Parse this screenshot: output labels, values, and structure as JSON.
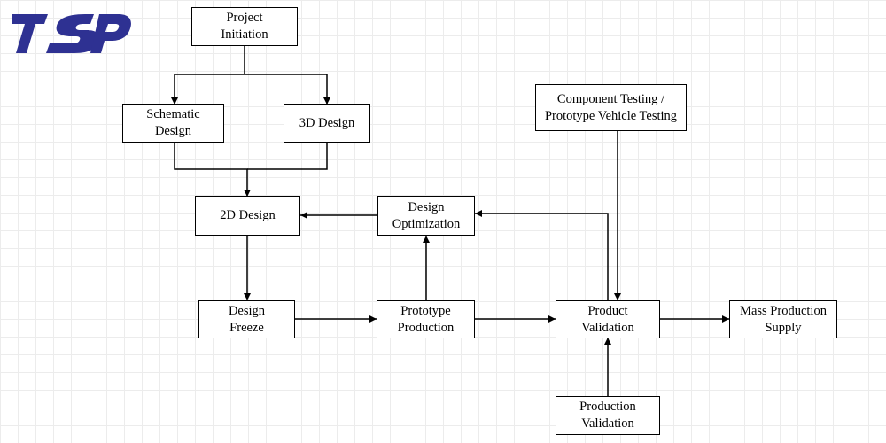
{
  "logo": {
    "text": "TSP",
    "color": "#2e3192"
  },
  "nodes": {
    "project_initiation": "Project\nInitiation",
    "schematic_design": "Schematic\nDesign",
    "design_3d": "3D Design",
    "design_2d": "2D Design",
    "design_optimization": "Design\nOptimization",
    "component_testing": "Component Testing /\nPrototype Vehicle Testing",
    "design_freeze": "Design\nFreeze",
    "prototype_production": "Prototype\nProduction",
    "product_validation": "Product\nValidation",
    "mass_production_supply": "Mass Production\nSupply",
    "production_validation": "Production\nValidation"
  },
  "edges": [
    {
      "from": "project_initiation",
      "to": "schematic_design"
    },
    {
      "from": "project_initiation",
      "to": "design_3d"
    },
    {
      "from": "schematic_design",
      "to": "design_2d"
    },
    {
      "from": "design_3d",
      "to": "design_2d"
    },
    {
      "from": "design_2d",
      "to": "design_freeze"
    },
    {
      "from": "design_freeze",
      "to": "prototype_production"
    },
    {
      "from": "prototype_production",
      "to": "design_optimization"
    },
    {
      "from": "design_optimization",
      "to": "design_2d"
    },
    {
      "from": "prototype_production",
      "to": "product_validation"
    },
    {
      "from": "product_validation",
      "to": "design_optimization"
    },
    {
      "from": "component_testing",
      "to": "product_validation"
    },
    {
      "from": "production_validation",
      "to": "product_validation"
    },
    {
      "from": "product_validation",
      "to": "mass_production_supply"
    }
  ]
}
